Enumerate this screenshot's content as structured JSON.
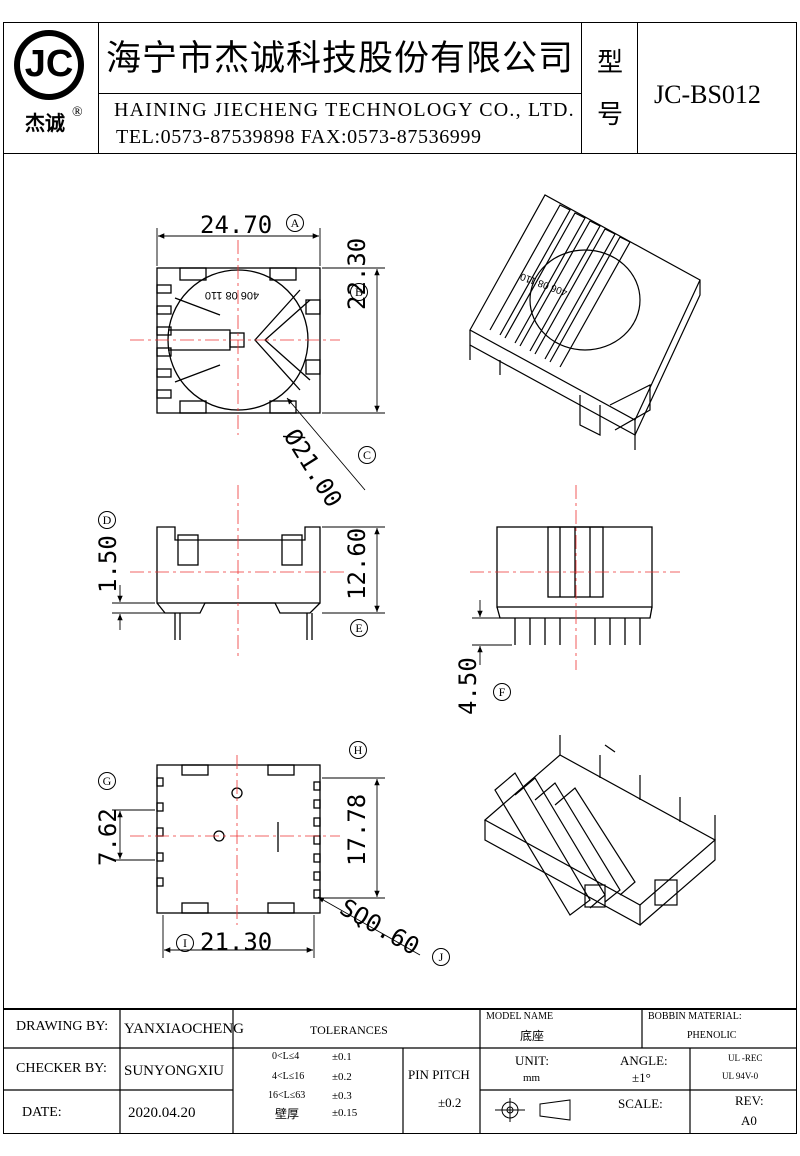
{
  "header": {
    "logo_letters": "JC",
    "logo_name": "杰诚",
    "logo_reg": "®",
    "company_cn": "海宁市杰诚科技股份有限公司",
    "company_en": "HAINING JIECHENG TECHNOLOGY CO., LTD.",
    "contact": "TEL:0573-87539898  FAX:0573-87536999",
    "model_label_1": "型",
    "model_label_2": "号",
    "model_value": "JC-BS012"
  },
  "dimensions": {
    "a_value": "24.70",
    "a_tag": "A",
    "b_value": "22.30",
    "b_tag": "B",
    "c_value": "Ø21.00",
    "c_tag": "C",
    "d_value": "1.50",
    "d_tag": "D",
    "e_value": "12.60",
    "e_tag": "E",
    "f_value": "4.50",
    "f_tag": "F",
    "g_value": "7.62",
    "g_tag": "G",
    "h_value": "17.78",
    "h_tag": "H",
    "i_value": "21.30",
    "i_tag": "I",
    "j_value": "SQ0.60",
    "j_tag": "J",
    "part_mark": "406 08 110",
    "part_mark_iso": "406 08 110"
  },
  "footer": {
    "drawing_by_label": "DRAWING  BY:",
    "drawing_by": "YANXIAOCHENG",
    "checker_by_label": "CHECKER  BY:",
    "checker_by": "SUNYONGXIU",
    "date_label": "DATE:",
    "date": "2020.04.20",
    "tolerances_label": "TOLERANCES",
    "tol_row1_range": "0<L≤4",
    "tol_row1_value": "±0.1",
    "tol_row2_range": "4<L≤16",
    "tol_row2_value": "±0.2",
    "tol_row3_range": "16<L≤63",
    "tol_row3_value": "±0.3",
    "tol_wall_label": "壁厚",
    "tol_wall_value": "±0.15",
    "pin_pitch_label": "PIN PITCH",
    "pin_pitch_value": "±0.2",
    "model_name_label": "MODEL NAME",
    "model_name": "底座",
    "unit_label": "UNIT:",
    "unit": "mm",
    "angle_label": "ANGLE:",
    "angle": "±1°",
    "scale_label": "SCALE:",
    "material_label": "BOBBIN MATERIAL:",
    "material": "PHENOLIC",
    "ul_1": "UL -REC",
    "ul_2": "UL  94V-0",
    "rev_label": "REV:",
    "rev": "A0"
  }
}
